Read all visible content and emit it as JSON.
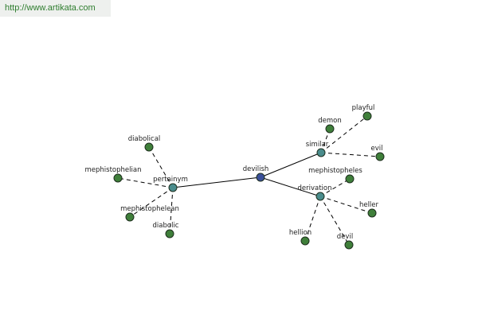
{
  "watermark": {
    "url": "http://www.artikata.com"
  },
  "colors": {
    "root_node": "#3a4f9a",
    "relation_node": "#4a8c8c",
    "leaf_node": "#3f7f3a",
    "node_stroke": "#1e2e1e"
  },
  "graph": {
    "root": "devilish",
    "relations": [
      {
        "id": "pertainym",
        "label": "pertainym",
        "children": [
          "diabolical",
          "mephistophelian",
          "mephistophelean",
          "diabolic"
        ]
      },
      {
        "id": "similar",
        "label": "similar",
        "children": [
          "demon",
          "playful",
          "evil"
        ]
      },
      {
        "id": "derivation",
        "label": "derivation",
        "children": [
          "mephistopheles",
          "heller",
          "devil",
          "hellion"
        ]
      }
    ],
    "labels": {
      "devilish": "devilish",
      "pertainym": "pertainym",
      "similar": "similar",
      "derivation": "derivation",
      "diabolical": "diabolical",
      "mephistophelian": "mephistophelian",
      "mephistophelean": "mephistophelean",
      "diabolic": "diabolic",
      "demon": "demon",
      "playful": "playful",
      "evil": "evil",
      "mephistopheles": "mephistopheles",
      "heller": "heller",
      "devil": "devil",
      "hellion": "hellion"
    }
  }
}
